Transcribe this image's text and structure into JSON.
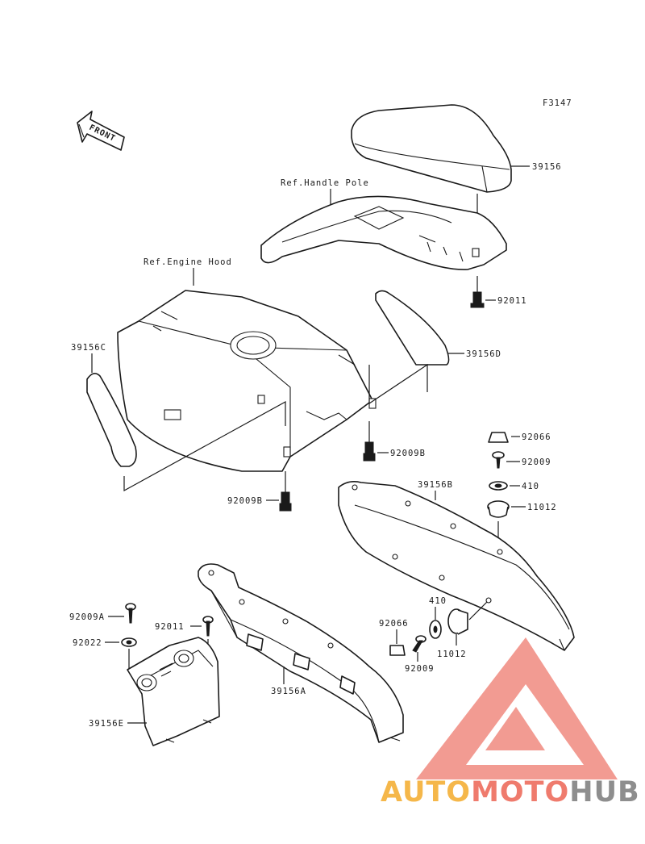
{
  "figure_id": "F3147",
  "front_label": "FRONT",
  "references": {
    "handle_pole": "Ref.Handle Pole",
    "engine_hood": "Ref.Engine Hood"
  },
  "callouts": {
    "c39156": "39156",
    "c92011_top": "92011",
    "c39156D": "39156D",
    "c39156C": "39156C",
    "c92009B_mid": "92009B",
    "c92009B_low": "92009B",
    "c92066_a": "92066",
    "c92009_a": "92009",
    "c410_a": "410",
    "c11012_a": "11012",
    "c39156B": "39156B",
    "c92009A": "92009A",
    "c92011_low": "92011",
    "c92022": "92022",
    "c39156E": "39156E",
    "c39156A": "39156A",
    "c410_b": "410",
    "c92066_b": "92066",
    "c11012_b": "11012",
    "c92009_b": "92009"
  },
  "watermark": {
    "part1": "AUTO",
    "part2": "MOTO",
    "part3": "HUB",
    "colors": {
      "orange": "#f5b74a",
      "red": "#ef7b6d",
      "gray": "#8e8e8e",
      "triangle": "#f08a80"
    }
  }
}
